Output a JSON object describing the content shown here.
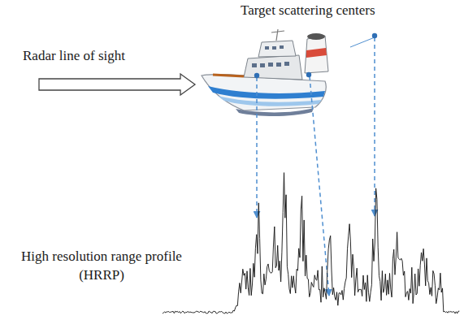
{
  "diagram": {
    "labels": [
      "Target scattering centers",
      "Radar line of sight",
      "High resolution range profile (HRRP)"
    ]
  }
}
